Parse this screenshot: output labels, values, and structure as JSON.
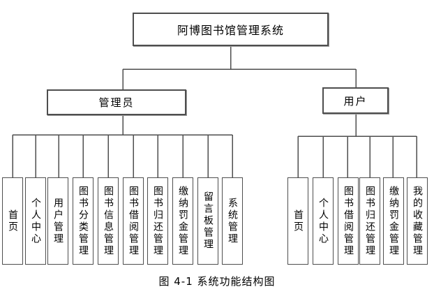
{
  "diagram": {
    "root": {
      "label": "阿博图书馆管理系统"
    },
    "branches": [
      {
        "label": "管理员",
        "children": [
          "首页",
          "个人中心",
          "用户管理",
          "图书分类管理",
          "图书信息管理",
          "图书借阅管理",
          "图书归还管理",
          "缴纳罚金管理",
          "留言板管理",
          "系统管理"
        ]
      },
      {
        "label": "用户",
        "children": [
          "首页",
          "个人中心",
          "图书借阅管理",
          "图书归还管理",
          "缴纳罚金管理",
          "我的收藏管理"
        ]
      }
    ],
    "caption": "图 4-1 系统功能结构图",
    "line_color": "#4e4e4e",
    "box_border_color": "#4e4e4e",
    "background_color": "#ffffff"
  }
}
